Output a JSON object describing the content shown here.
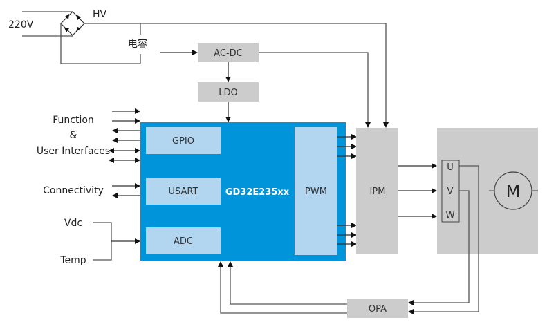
{
  "diagram": {
    "power": {
      "input_label": "220V",
      "hv_label": "HV",
      "capacitor_label": "电容"
    },
    "blocks": {
      "acdc": "AC-DC",
      "ldo": "LDO",
      "mcu": "GD32E235xx",
      "gpio": "GPIO",
      "usart": "USART",
      "adc": "ADC",
      "pwm": "PWM",
      "ipm": "IPM",
      "opa": "OPA",
      "motor": "M"
    },
    "phases": [
      "U",
      "V",
      "W"
    ],
    "external": {
      "function_line1": "Function",
      "function_line2": "&",
      "function_line3": "User Interfaces",
      "connectivity": "Connectivity",
      "vdc": "Vdc",
      "temp": "Temp"
    },
    "colors": {
      "mcu_fill": "#0095DA",
      "submodule_fill": "#B3D6F0",
      "block_fill": "#CCCCCC",
      "wire": "#333333"
    }
  }
}
